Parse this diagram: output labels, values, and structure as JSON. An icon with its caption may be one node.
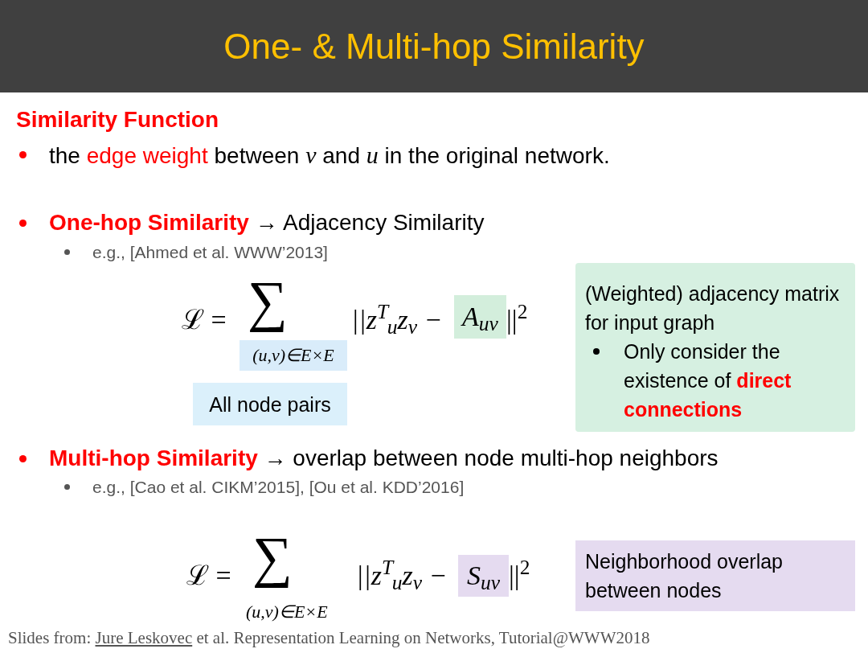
{
  "diagram": {
    "title": "One- & Multi-hop Similarity",
    "nodes": [
      {
        "text": [
          "(u,v)∈E×E"
        ]
      },
      {
        "text": [
          "A$_{uv}$"
        ]
      },
      {
        "text": [
          "All node pairs"
        ]
      },
      {
        "text": [
          "(Weighted) adjacency matrix for input graph",
          "Only consider the existence of **direct connections**"
        ]
      },
      {
        "text": [
          "S$_{uv}$"
        ]
      },
      {
        "text": [
          "Neighborhood overlap between nodes"
        ]
      }
    ],
    "labels": [
      "Similarity Function",
      "the **edge weight** between *v* and *u* in the original network.",
      "**One-hop Similarity** → Adjacency Similarity",
      "e.g., [Ahmed et al. WWW’2013]",
      "ℒ =",
      "∑",
      "||z$^{T}$$_{u}$z$_{v}$ −",
      "||$^{2}$",
      "**Multi-hop Similarity** → overlap between node multi-hop neighbors",
      "e.g., [Cao et al. CIKM’2015], [Ou et al. KDD’2016]",
      "ℒ =",
      "∑",
      "||z$^{T}$$_{u}$z$_{v}$ −",
      "||$^{2}$",
      "(u,v)∈E×E",
      "Slides from: *Jure Leskovec* et al. Representation Learning on Networks, Tutorial@WWW2018"
    ]
  }
}
